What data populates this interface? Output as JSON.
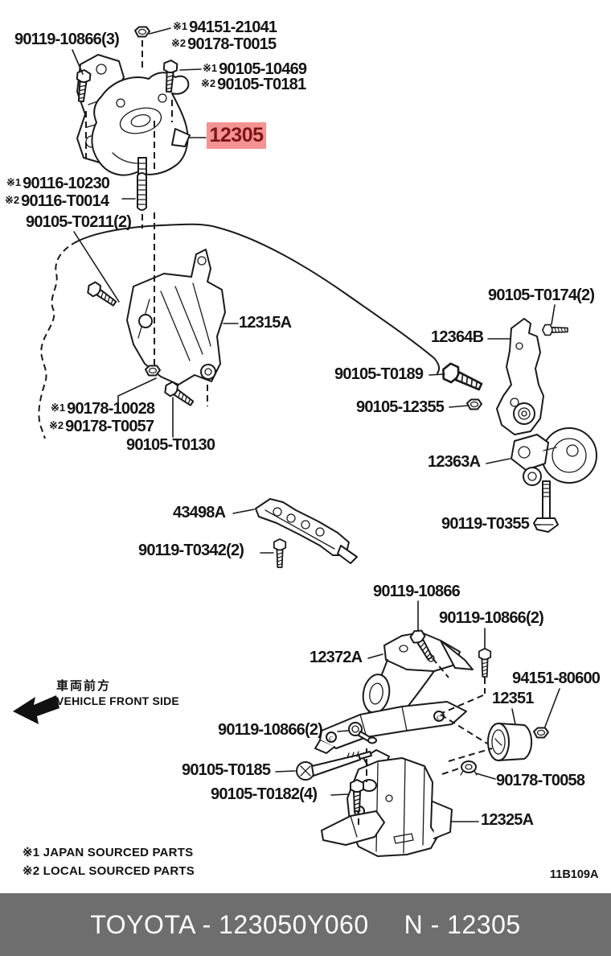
{
  "diagram": {
    "hole_mark": "c",
    "highlight": {
      "text": "12305",
      "bg": "#f59292",
      "fg": "#7e1416"
    },
    "callouts": [
      {
        "text": "90119-10866(3)"
      },
      {
        "prefix": "※1",
        "text": "94151-21041"
      },
      {
        "prefix": "※2",
        "text": "90178-T0015"
      },
      {
        "prefix": "※1",
        "text": "90105-10469"
      },
      {
        "prefix": "※2",
        "text": "90105-T0181"
      },
      {
        "prefix": "※1",
        "text": "90116-10230"
      },
      {
        "prefix": "※2",
        "text": "90116-T0014"
      },
      {
        "text": "90105-T0211(2)"
      },
      {
        "text": "12315A"
      },
      {
        "prefix": "※1",
        "text": "90178-10028"
      },
      {
        "prefix": "※2",
        "text": "90178-T0057"
      },
      {
        "text": "90105-T0130"
      },
      {
        "text": "90105-T0174(2)"
      },
      {
        "text": "12364B"
      },
      {
        "text": "90105-T0189"
      },
      {
        "text": "90105-12355"
      },
      {
        "text": "12363A"
      },
      {
        "text": "90119-T0355"
      },
      {
        "text": "43498A"
      },
      {
        "text": "90119-T0342(2)"
      },
      {
        "text": "90119-10866"
      },
      {
        "text": "90119-10866(2)"
      },
      {
        "text": "12372A"
      },
      {
        "text": "94151-80600"
      },
      {
        "text": "12351"
      },
      {
        "text": "90119-10866(2)"
      },
      {
        "text": "90105-T0185"
      },
      {
        "text": "90105-T0182(4)"
      },
      {
        "text": "90178-T0058"
      },
      {
        "text": "12325A"
      }
    ]
  },
  "front_marker": {
    "jp": "車両前方",
    "en": "VEHICLE FRONT SIDE"
  },
  "legend": {
    "line1": "※1 JAPAN SOURCED PARTS",
    "line2": "※2 LOCAL SOURCED PARTS"
  },
  "drawing_code": "11B109A",
  "footer": {
    "catalog": "TOYOTA - 123050Y060",
    "part": "N - 12305",
    "bg": "#6e6e6e"
  }
}
